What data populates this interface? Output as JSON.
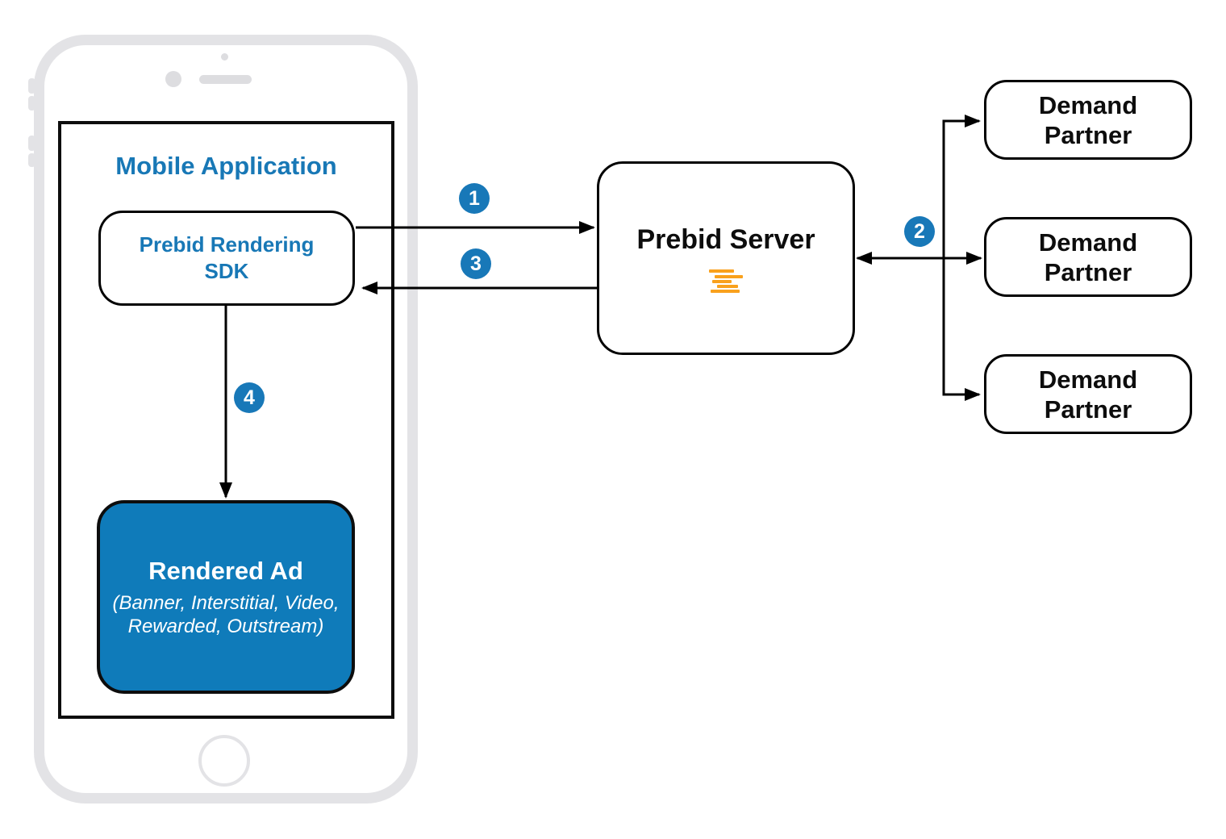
{
  "diagram": {
    "mobile_app": {
      "title": "Mobile Application"
    },
    "sdk": {
      "line1": "Prebid Rendering",
      "line2": "SDK"
    },
    "server": {
      "title": "Prebid Server"
    },
    "rendered_ad": {
      "title": "Rendered Ad",
      "subtitle_line1": "(Banner, Interstitial, Video,",
      "subtitle_line2": "Rewarded, Outstream)"
    },
    "demand_partners": [
      {
        "line1": "Demand",
        "line2": "Partner"
      },
      {
        "line1": "Demand",
        "line2": "Partner"
      },
      {
        "line1": "Demand",
        "line2": "Partner"
      }
    ],
    "steps": [
      {
        "number": "1"
      },
      {
        "number": "2"
      },
      {
        "number": "3"
      },
      {
        "number": "4"
      }
    ],
    "colors": {
      "brand_blue": "#1878B6",
      "badge_blue": "#1878B8",
      "ad_fill_blue": "#0F7BBA",
      "logo_orange": "#F9A11D",
      "connector_black": "#000000",
      "phone_gray": "#E3E3E6"
    }
  }
}
